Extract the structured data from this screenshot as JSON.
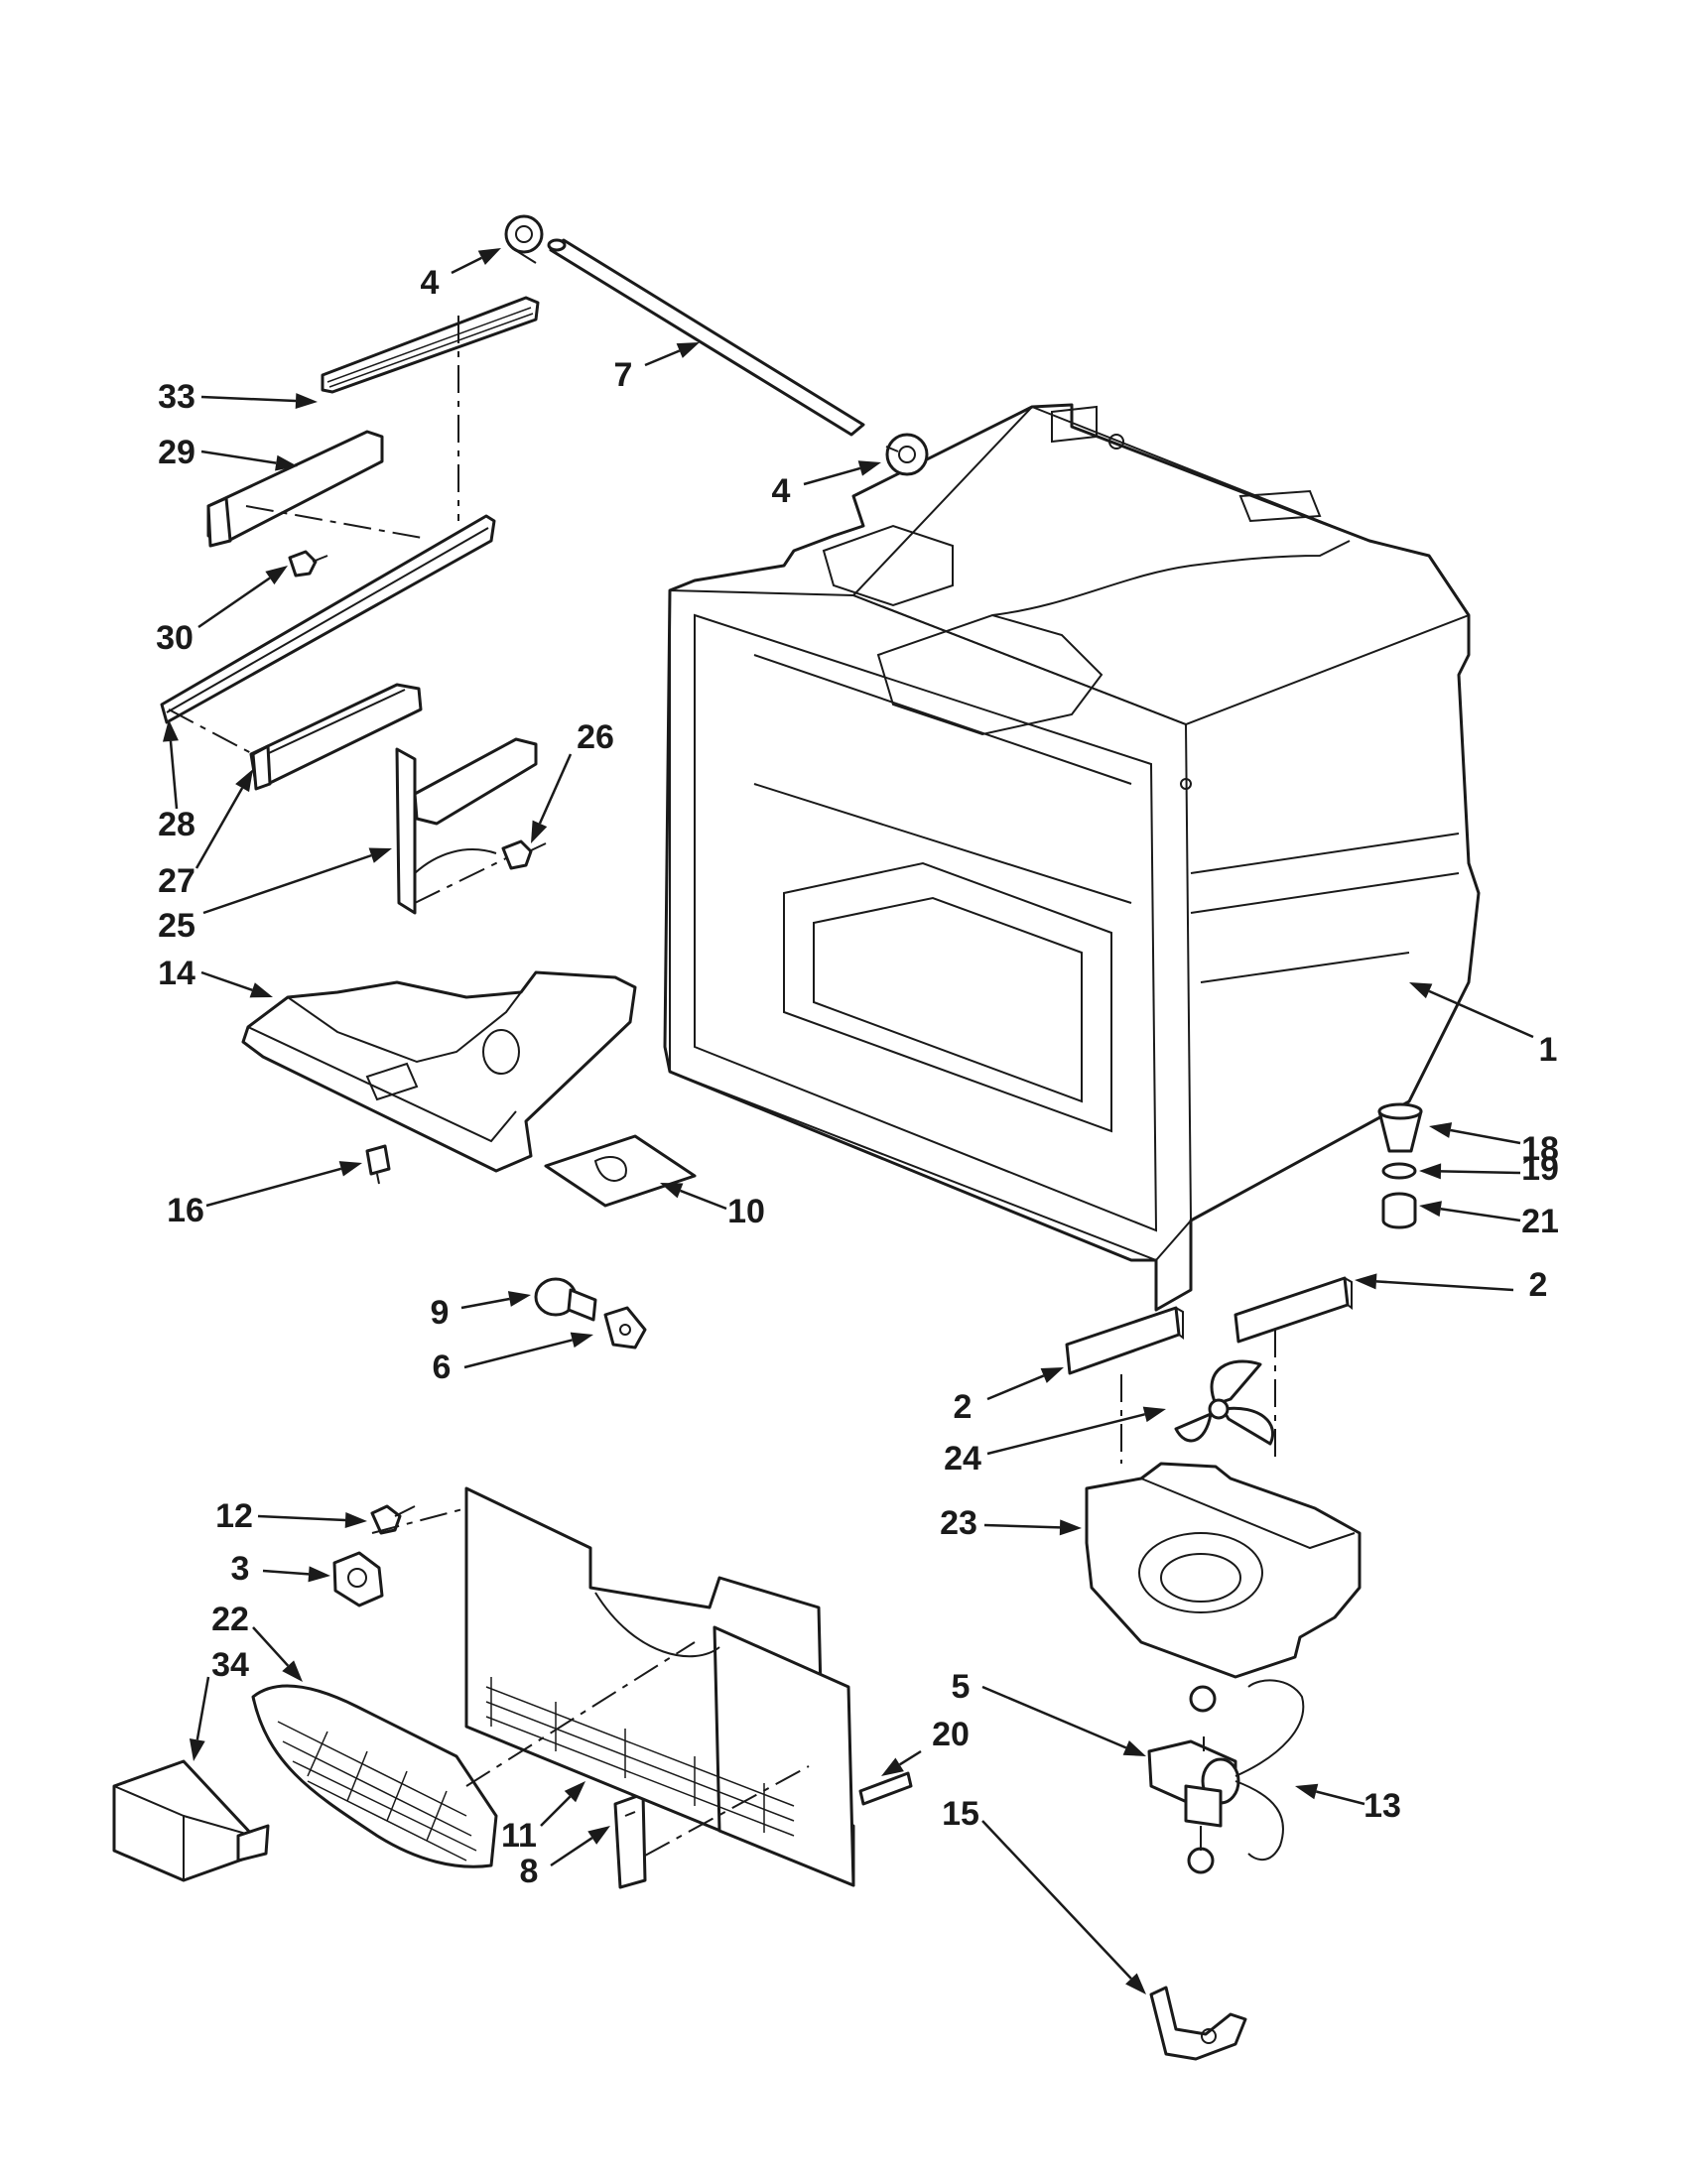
{
  "callouts": [
    {
      "id": "c1",
      "text": "1"
    },
    {
      "id": "c2a",
      "text": "2"
    },
    {
      "id": "c2b",
      "text": "2"
    },
    {
      "id": "c3",
      "text": "3"
    },
    {
      "id": "c4a",
      "text": "4"
    },
    {
      "id": "c4b",
      "text": "4"
    },
    {
      "id": "c5",
      "text": "5"
    },
    {
      "id": "c6",
      "text": "6"
    },
    {
      "id": "c7",
      "text": "7"
    },
    {
      "id": "c8",
      "text": "8"
    },
    {
      "id": "c9",
      "text": "9"
    },
    {
      "id": "c10",
      "text": "10"
    },
    {
      "id": "c11",
      "text": "11"
    },
    {
      "id": "c12",
      "text": "12"
    },
    {
      "id": "c13",
      "text": "13"
    },
    {
      "id": "c14",
      "text": "14"
    },
    {
      "id": "c15",
      "text": "15"
    },
    {
      "id": "c16",
      "text": "16"
    },
    {
      "id": "c18",
      "text": "18"
    },
    {
      "id": "c19",
      "text": "19"
    },
    {
      "id": "c20",
      "text": "20"
    },
    {
      "id": "c21",
      "text": "21"
    },
    {
      "id": "c22",
      "text": "22"
    },
    {
      "id": "c23",
      "text": "23"
    },
    {
      "id": "c24",
      "text": "24"
    },
    {
      "id": "c25",
      "text": "25"
    },
    {
      "id": "c26",
      "text": "26"
    },
    {
      "id": "c27",
      "text": "27"
    },
    {
      "id": "c28",
      "text": "28"
    },
    {
      "id": "c29",
      "text": "29"
    },
    {
      "id": "c30",
      "text": "30"
    },
    {
      "id": "c33",
      "text": "33"
    },
    {
      "id": "c34",
      "text": "34"
    }
  ]
}
